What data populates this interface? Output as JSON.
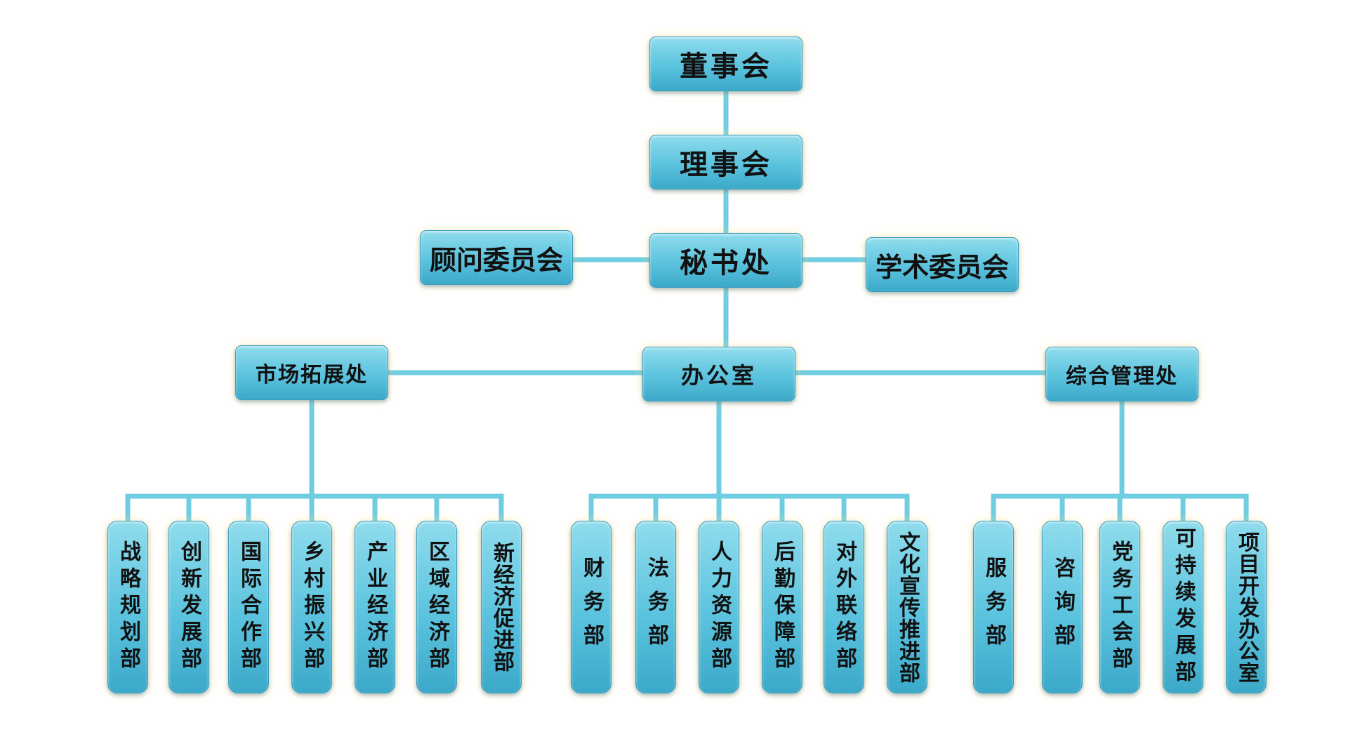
{
  "top": {
    "board": "董事会",
    "council": "理事会",
    "secretariat": "秘书处",
    "advisory": "顾问委员会",
    "academic": "学术委员会"
  },
  "middle": {
    "market": "市场拓展处",
    "office": "办公室",
    "general": "综合管理处"
  },
  "departments": {
    "market": [
      "战略规划部",
      "创新发展部",
      "国际合作部",
      "乡村振兴部",
      "产业经济部",
      "区域经济部",
      "新经济促进部"
    ],
    "office": [
      "财务部",
      "法务部",
      "人力资源部",
      "后勤保障部",
      "对外联络部",
      "文化宣传推进部"
    ],
    "general": [
      "服务部",
      "咨询部",
      "党务工会部",
      "可持续发展部",
      "项目开发办公室"
    ]
  },
  "colors": {
    "node_fill": "#5bc3de",
    "node_border": "#3a9cbc",
    "line": "#6fcde2",
    "glow": "#ffe696"
  }
}
